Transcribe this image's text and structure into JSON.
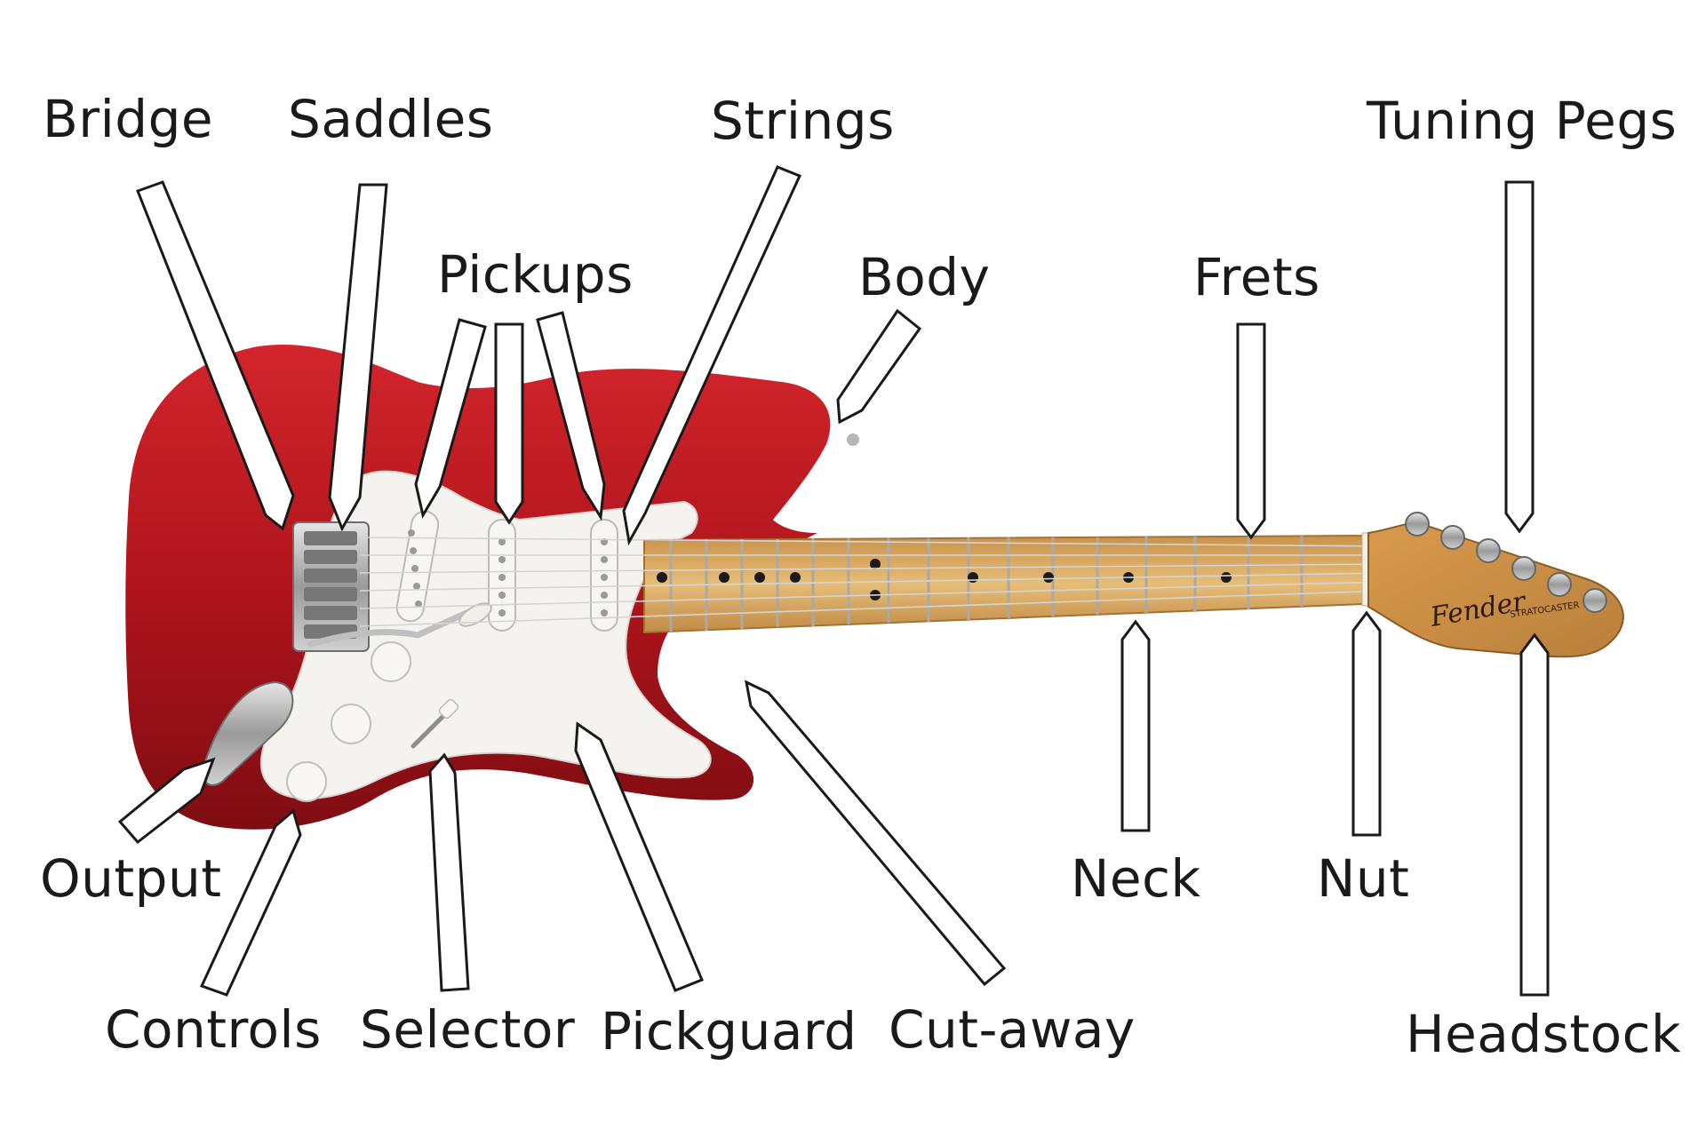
{
  "labels": {
    "bridge": "Bridge",
    "saddles": "Saddles",
    "pickups": "Pickups",
    "strings": "Strings",
    "body": "Body",
    "frets": "Frets",
    "tuning_pegs": "Tuning Pegs",
    "output": "Output",
    "controls": "Controls",
    "selector": "Selector",
    "pickguard": "Pickguard",
    "cut_away": "Cut-away",
    "neck": "Neck",
    "nut": "Nut",
    "headstock": "Headstock"
  },
  "headstock_logo": "Fender",
  "headstock_model": "STRATOCASTER",
  "colors": {
    "body": "#b0141c",
    "pickguard": "#f4f3ef",
    "neck": "#e0b46a",
    "arrow_fill": "#ffffff",
    "arrow_stroke": "#1a1a1a"
  }
}
